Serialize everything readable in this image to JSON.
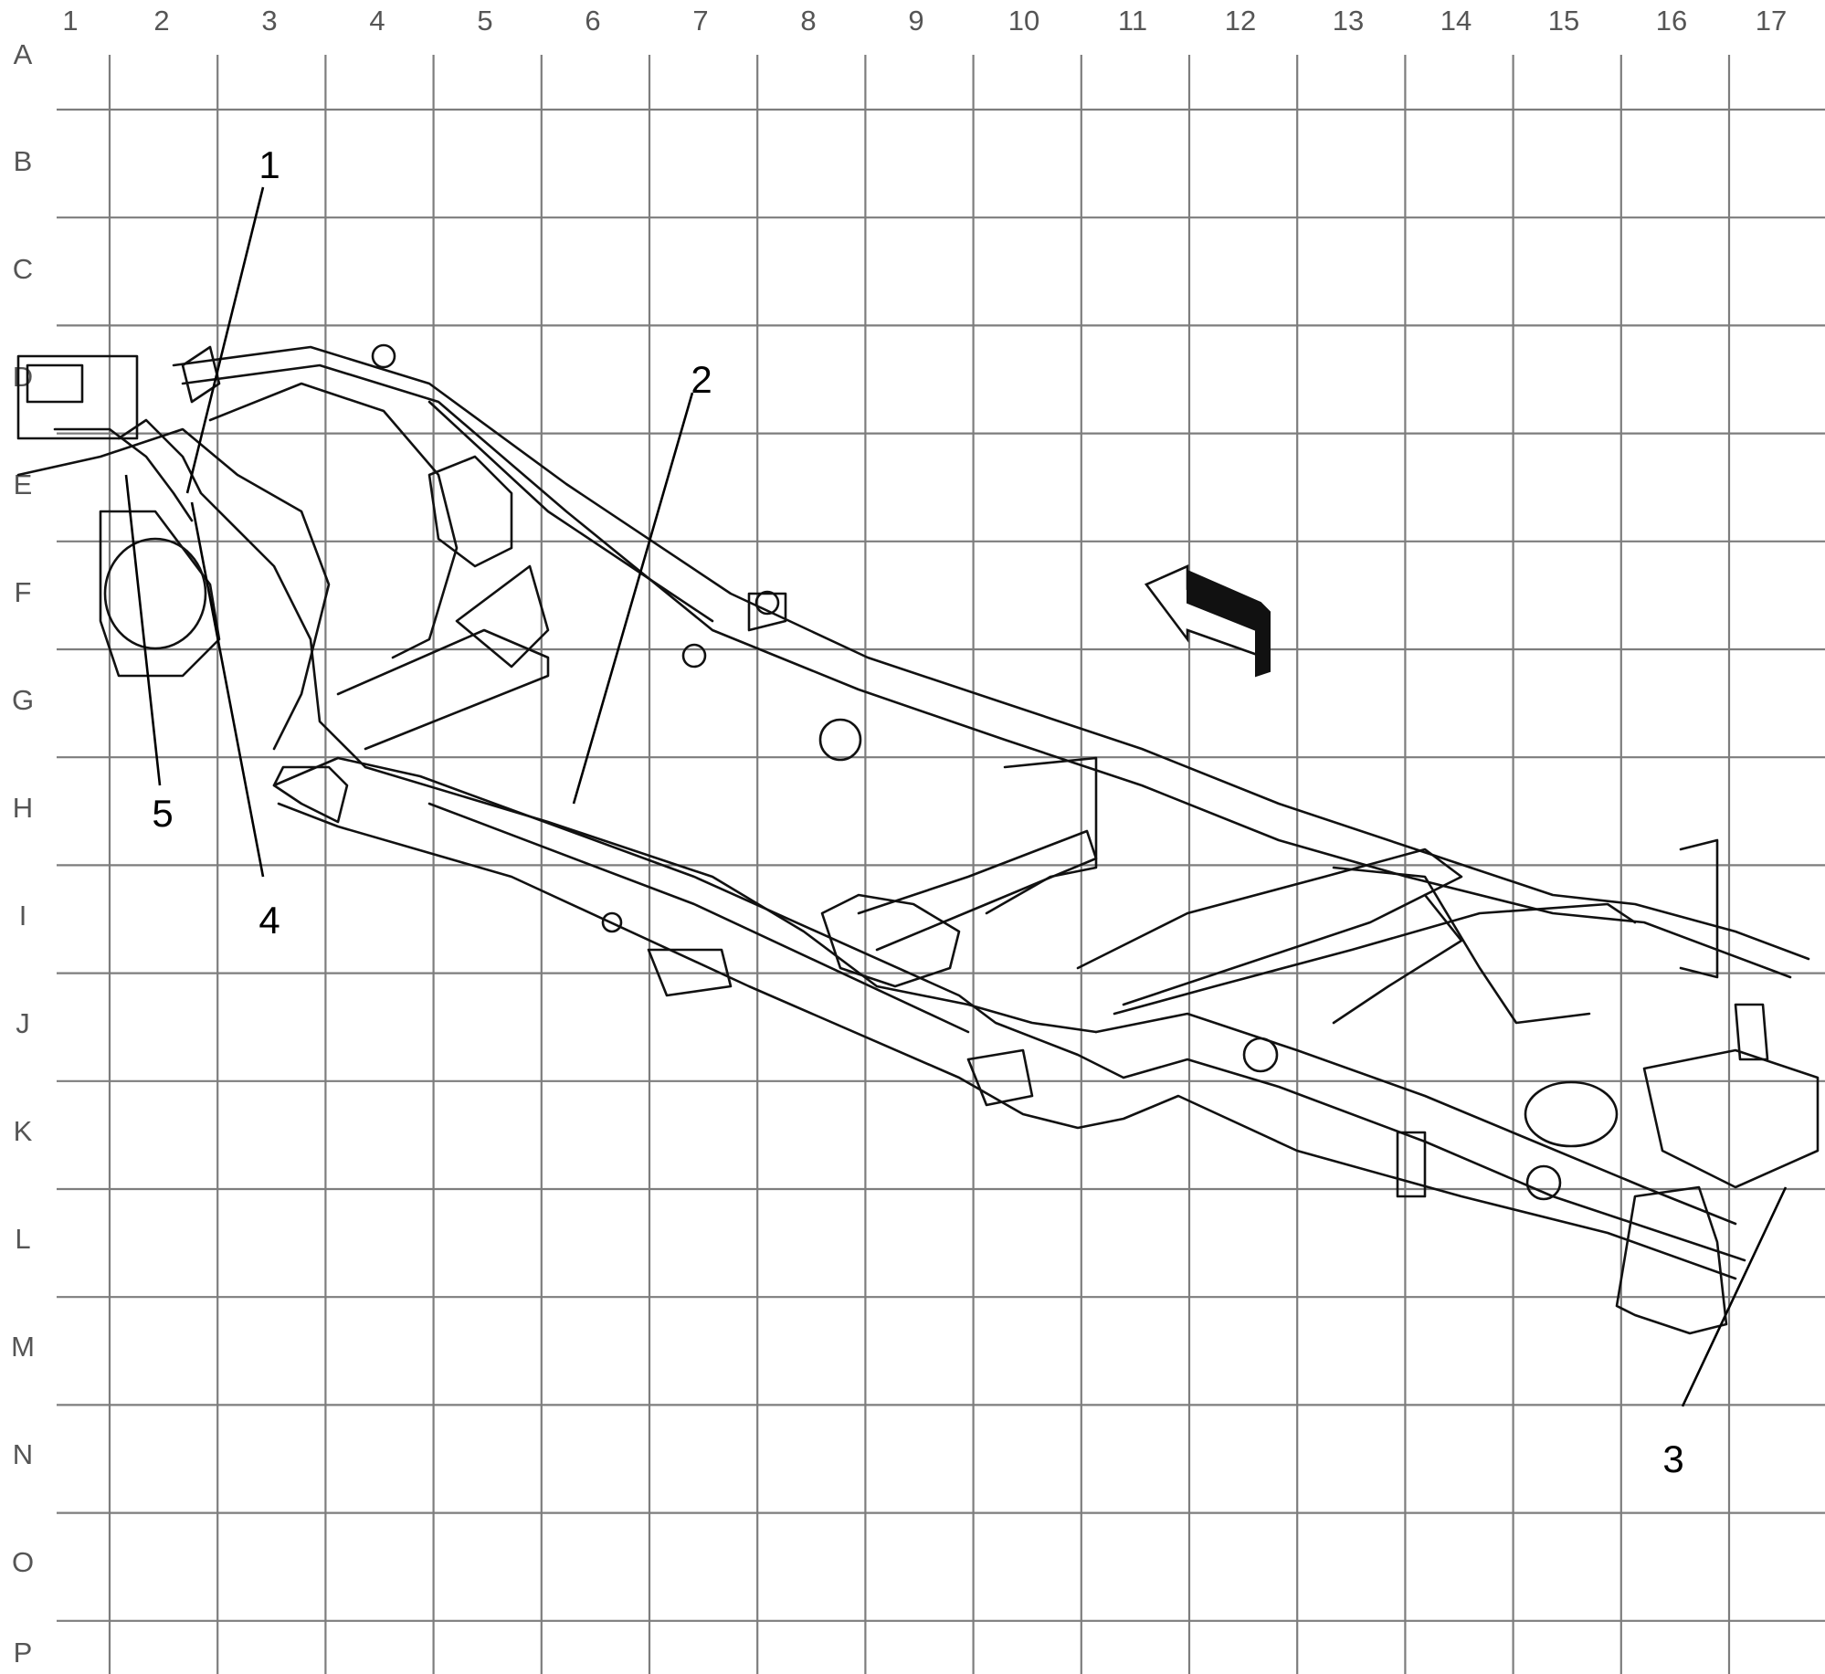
{
  "grid": {
    "columns": [
      "1",
      "2",
      "3",
      "4",
      "5",
      "6",
      "7",
      "8",
      "9",
      "10",
      "11",
      "12",
      "13",
      "14",
      "15",
      "16",
      "17"
    ],
    "rows": [
      "A",
      "B",
      "C",
      "D",
      "E",
      "F",
      "G",
      "H",
      "I",
      "J",
      "K",
      "L",
      "M",
      "N",
      "O",
      "P"
    ]
  },
  "callouts": [
    {
      "id": "1",
      "label": "1"
    },
    {
      "id": "2",
      "label": "2"
    },
    {
      "id": "3",
      "label": "3"
    },
    {
      "id": "4",
      "label": "4"
    },
    {
      "id": "5",
      "label": "5"
    }
  ],
  "icons": {
    "direction_arrow": "front-direction-arrow-icon"
  }
}
